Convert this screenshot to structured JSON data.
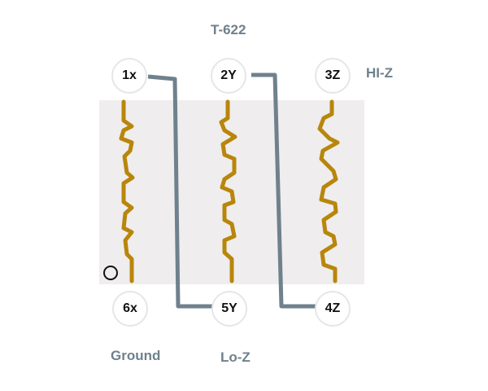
{
  "title": "T-622",
  "labels": {
    "hi_z": "HI-Z",
    "ground": "Ground",
    "lo_z": "Lo-Z"
  },
  "terminals": {
    "t1": "1x",
    "t2": "2Y",
    "t3": "3Z",
    "t6": "6x",
    "t5": "5Y",
    "t4": "4Z"
  },
  "colors": {
    "core": "#efedee",
    "winding": "#b8860b",
    "wire": "#6f818c",
    "text": "#6f818c"
  },
  "icons": {
    "polarity_mark": "circle-outline"
  }
}
